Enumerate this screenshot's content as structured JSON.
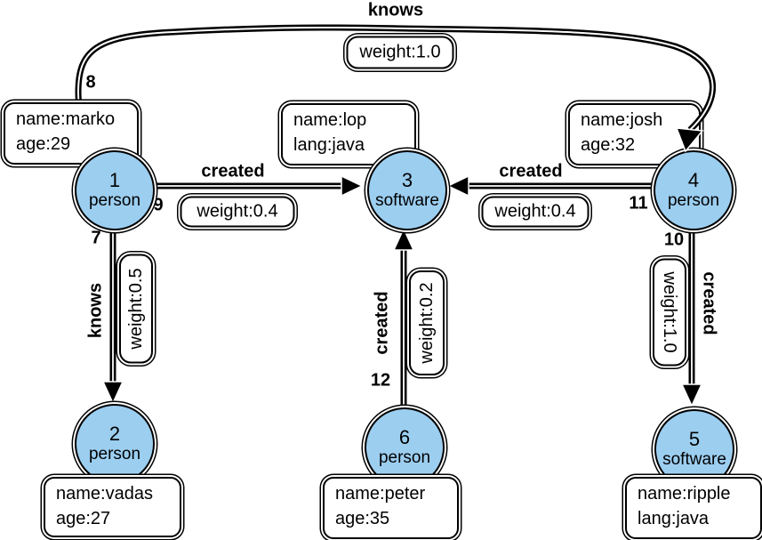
{
  "graph": {
    "colors": {
      "vertex_fill": "#9ccef0",
      "stroke": "#000000",
      "box_fill": "#ffffff"
    },
    "vertices": {
      "v1": {
        "id": "1",
        "label": "person",
        "prop1": "name:marko",
        "prop2": "age:29"
      },
      "v2": {
        "id": "2",
        "label": "person",
        "prop1": "name:vadas",
        "prop2": "age:27"
      },
      "v3": {
        "id": "3",
        "label": "software",
        "prop1": "name:lop",
        "prop2": "lang:java"
      },
      "v4": {
        "id": "4",
        "label": "person",
        "prop1": "name:josh",
        "prop2": "age:32"
      },
      "v5": {
        "id": "5",
        "label": "software",
        "prop1": "name:ripple",
        "prop2": "lang:java"
      },
      "v6": {
        "id": "6",
        "label": "person",
        "prop1": "name:peter",
        "prop2": "age:35"
      }
    },
    "edges": {
      "e7": {
        "id": "7",
        "label": "knows",
        "weight": "weight:0.5",
        "from": "1",
        "to": "2"
      },
      "e8": {
        "id": "8",
        "label": "knows",
        "weight": "weight:1.0",
        "from": "1",
        "to": "4"
      },
      "e9": {
        "id": "9",
        "label": "created",
        "weight": "weight:0.4",
        "from": "1",
        "to": "3"
      },
      "e10": {
        "id": "10",
        "label": "created",
        "weight": "weight:1.0",
        "from": "4",
        "to": "5"
      },
      "e11": {
        "id": "11",
        "label": "created",
        "weight": "weight:0.4",
        "from": "4",
        "to": "3"
      },
      "e12": {
        "id": "12",
        "label": "created",
        "weight": "weight:0.2",
        "from": "6",
        "to": "3"
      }
    }
  }
}
